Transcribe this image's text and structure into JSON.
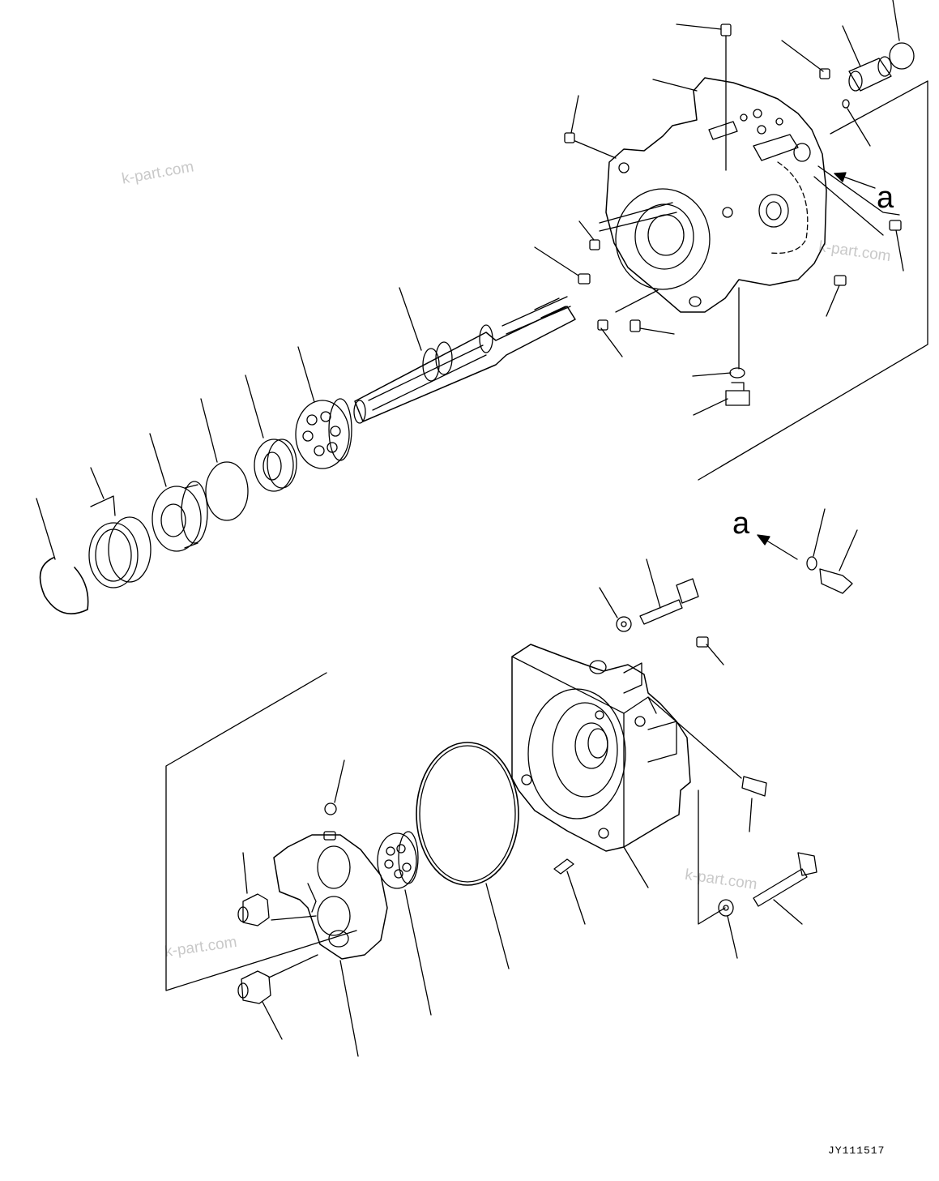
{
  "watermark": "k-part.com",
  "callouts": [
    "a",
    "a"
  ],
  "drawing_code": "JY111517",
  "colors": {
    "line": "#000000",
    "watermark": "#c9c9c9",
    "background": "#ffffff"
  }
}
